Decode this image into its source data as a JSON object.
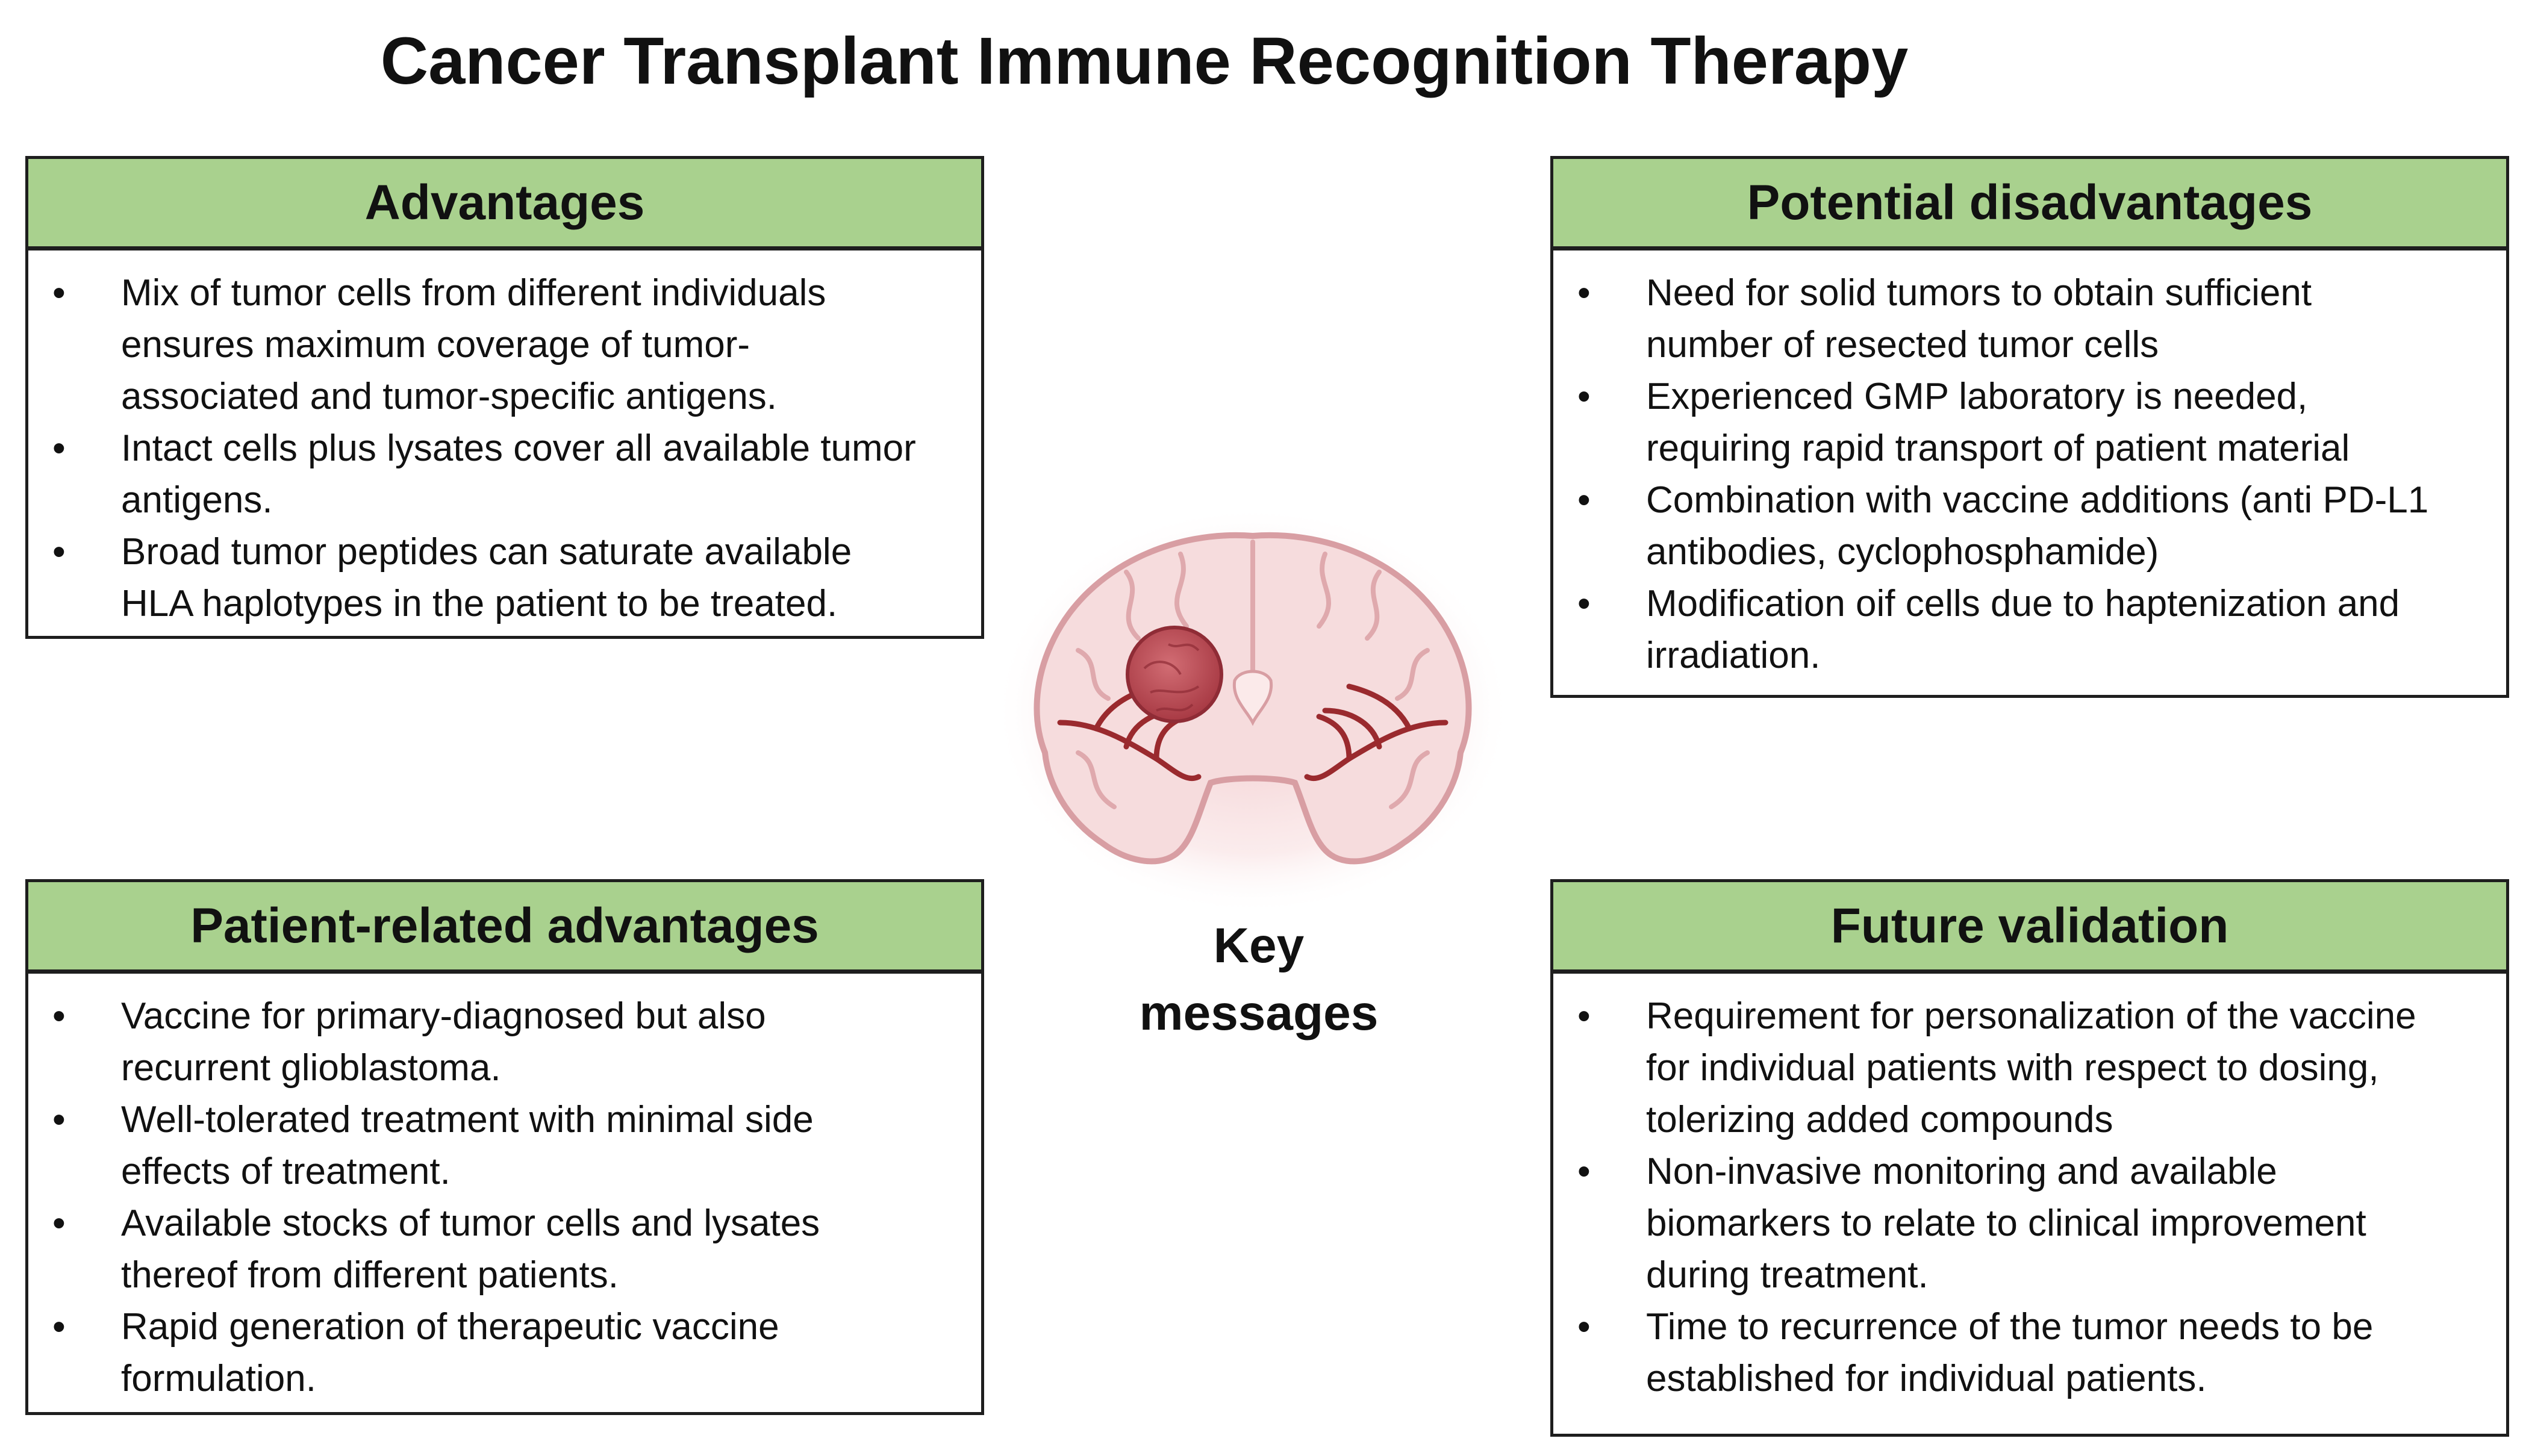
{
  "title": "Cancer Transplant Immune Recognition Therapy",
  "center_label": [
    "Key",
    "messages"
  ],
  "illustration_icon": "brain-tumor-illustration",
  "colors": {
    "header_fill": "#a9d18e",
    "border": "#1e1e1e",
    "tumor": "#c0505a",
    "vessel": "#9a2a2e"
  },
  "panels": {
    "advantages": {
      "heading": "Advantages",
      "items": [
        [
          "Mix of tumor cells from different individuals",
          "ensures maximum coverage of tumor-",
          "associated and tumor-specific antigens."
        ],
        [
          "Intact cells plus lysates cover all available tumor",
          "antigens."
        ],
        [
          "Broad tumor peptides can saturate available",
          "HLA haplotypes in the patient to be treated."
        ]
      ]
    },
    "disadvantages": {
      "heading": "Potential disadvantages",
      "items": [
        [
          "Need for solid tumors to obtain sufficient",
          "number of resected tumor cells"
        ],
        [
          "Experienced GMP laboratory is needed,",
          "requiring rapid transport of patient material"
        ],
        [
          "Combination with vaccine additions (anti PD-L1",
          "antibodies, cyclophosphamide)"
        ],
        [
          "Modification oif cells due to haptenization and",
          "irradiation."
        ]
      ]
    },
    "patient": {
      "heading": "Patient-related advantages",
      "items": [
        [
          "Vaccine for primary-diagnosed but also",
          "recurrent glioblastoma."
        ],
        [
          "Well-tolerated treatment with minimal side",
          "effects of treatment."
        ],
        [
          "Available stocks of tumor cells and lysates",
          "thereof from different patients."
        ],
        [
          "Rapid generation of therapeutic vaccine",
          "formulation."
        ]
      ]
    },
    "future": {
      "heading": "Future validation",
      "items": [
        [
          "Requirement for personalization of the vaccine",
          "for individual patients with respect to dosing,",
          "tolerizing added compounds"
        ],
        [
          "Non-invasive monitoring and available",
          "biomarkers to relate to clinical improvement",
          "during treatment."
        ],
        [
          "Time to recurrence of the tumor needs to be",
          "established for individual patients."
        ]
      ]
    }
  }
}
